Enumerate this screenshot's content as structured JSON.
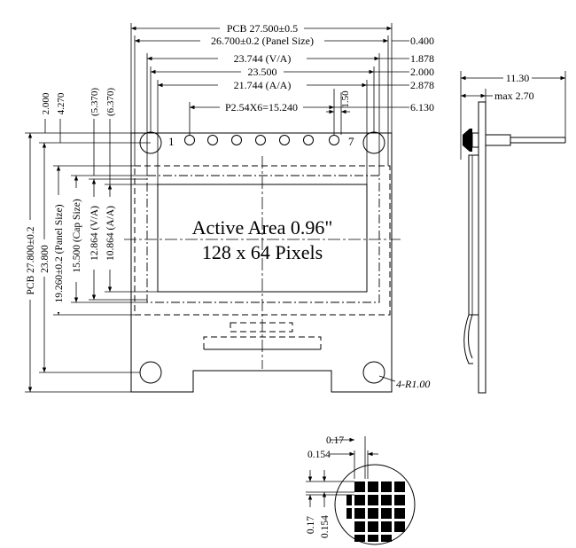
{
  "dims_top": {
    "pcb_w": "PCB 27.500±0.5",
    "panel_w": "26.700±0.2 (Panel Size)",
    "va_w": "23.744 (V/A)",
    "w_23500": "23.500",
    "aa_w": "21.744 (A/A)",
    "pitch": "P2.54X6=15.240",
    "d_150": "1.50"
  },
  "dims_right": {
    "r_0400": "0.400",
    "r_1878": "1.878",
    "r_2000": "2.000",
    "r_2878": "2.878",
    "r_6130": "6.130"
  },
  "dims_left": {
    "l_2000": "2.000",
    "l_4270": "4.270",
    "l_5370": "(5.370)",
    "l_6370": "(6.370)",
    "pcb_h": "PCB 27.800±0.2",
    "h_23800": "23.800",
    "panel_h": "19.260±0.2 (Panel Size)",
    "cap_h": "15.500 (Cap Size)",
    "va_h": "12.864 (V/A)",
    "aa_h": "10.864 (A/A)"
  },
  "pins": {
    "first": "1",
    "last": "7"
  },
  "active_area": {
    "line1": "Active Area 0.96\"",
    "line2": "128 x 64 Pixels"
  },
  "hole_note": "4-R1.00",
  "side_view": {
    "width": "11.30",
    "max": "max 2.70"
  },
  "pixel_detail": {
    "a": "0.17",
    "b": "0.154",
    "c": "0.17",
    "d": "0.154"
  }
}
